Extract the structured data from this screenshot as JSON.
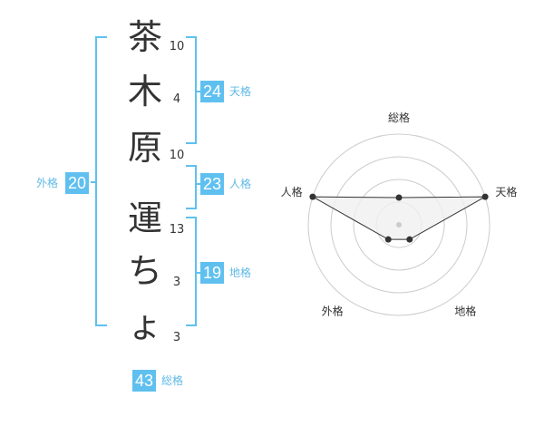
{
  "name": {
    "chars": [
      {
        "char": "茶",
        "strokes": "10"
      },
      {
        "char": "木",
        "strokes": "4"
      },
      {
        "char": "原",
        "strokes": "10"
      },
      {
        "char": "運",
        "strokes": "13"
      },
      {
        "char": "ち",
        "strokes": "3"
      },
      {
        "char": "ょ",
        "strokes": "3"
      }
    ]
  },
  "kakusu": {
    "tenkaku": {
      "value": "24",
      "label": "天格"
    },
    "jinkaku": {
      "value": "23",
      "label": "人格"
    },
    "chikaku": {
      "value": "19",
      "label": "地格"
    },
    "gaikaku": {
      "value": "20",
      "label": "外格"
    },
    "soukaku": {
      "value": "43",
      "label": "総格"
    }
  },
  "radar": {
    "axes": [
      "総格",
      "天格",
      "地格",
      "外格",
      "人格"
    ],
    "levels": [
      0.3,
      1.0,
      0.2,
      0.2,
      1.0
    ],
    "colors": {
      "line": "#333333",
      "fill": "#f0f0f0",
      "grid": "#cccccc",
      "accent": "#5fc0f0"
    }
  }
}
